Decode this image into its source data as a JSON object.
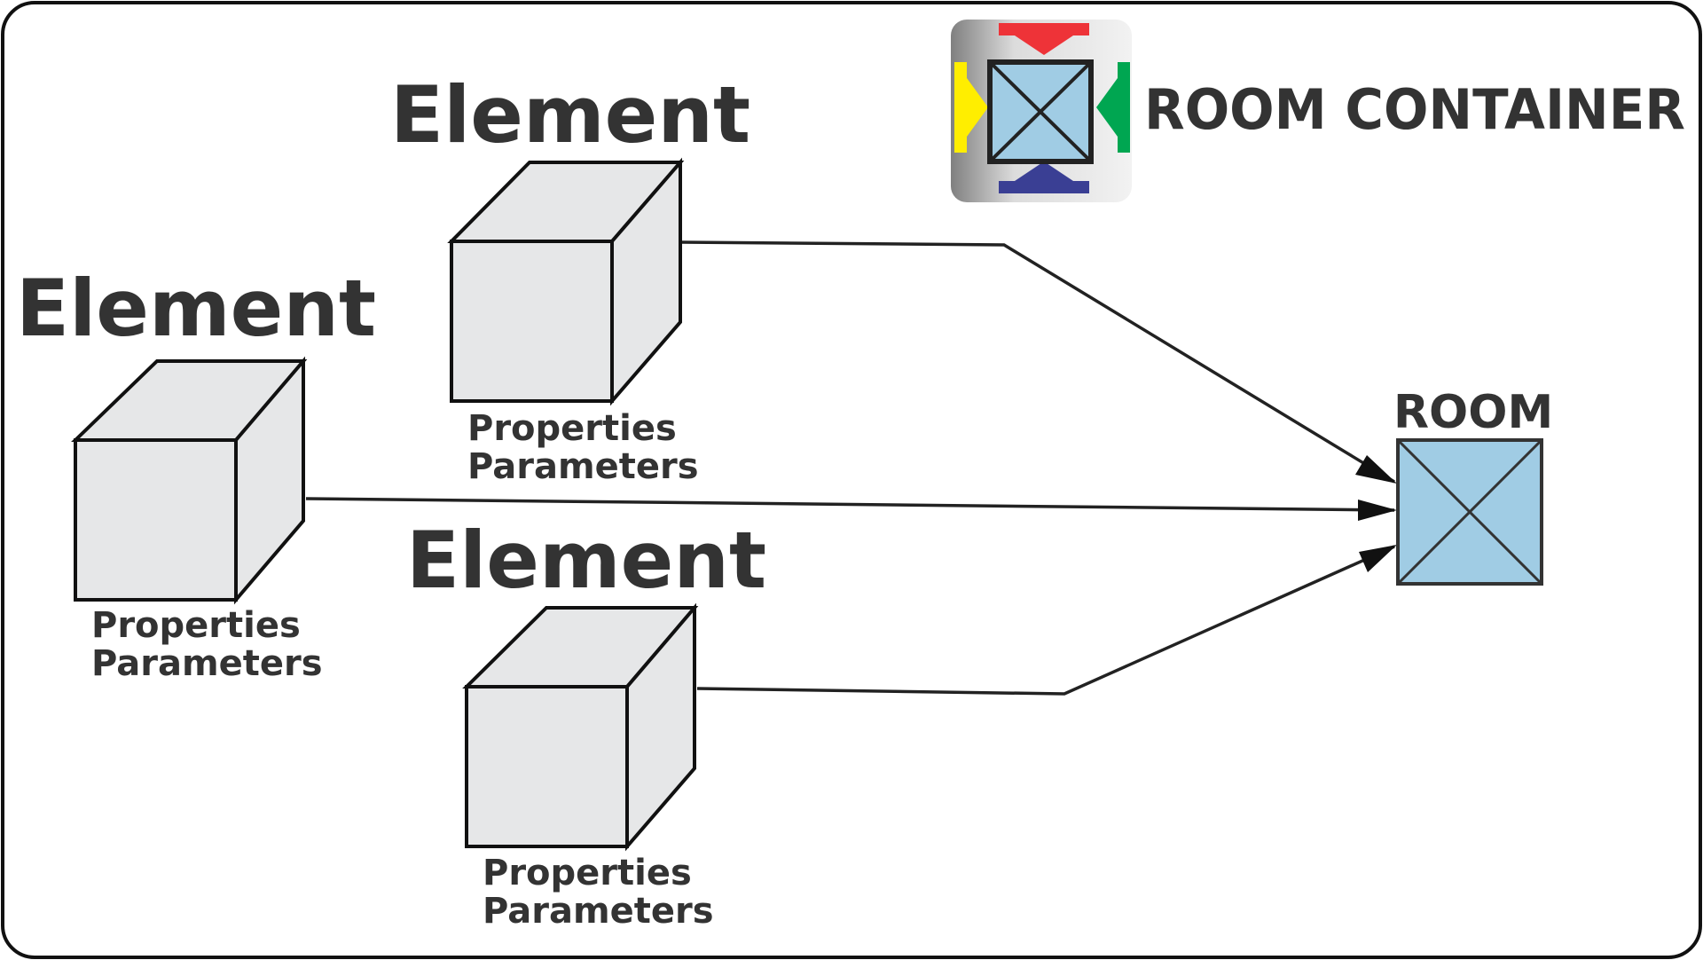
{
  "legend": {
    "title": "ROOM CONTAINER",
    "icon": "room-container-icon",
    "arrow_colors": {
      "top": "#EE3338",
      "left": "#FFEE00",
      "right": "#00A651",
      "bottom": "#3A3F94"
    }
  },
  "elements": [
    {
      "title": "Element",
      "line1": "Properties",
      "line2": "Parameters"
    },
    {
      "title": "Element",
      "line1": "Properties",
      "line2": "Parameters"
    },
    {
      "title": "Element",
      "line1": "Properties",
      "line2": "Parameters"
    }
  ],
  "room": {
    "label": "ROOM"
  },
  "colors": {
    "cube_fill": "#E6E7E8",
    "room_fill": "#A0CCE4",
    "stroke": "#111111",
    "text": "#333333"
  }
}
